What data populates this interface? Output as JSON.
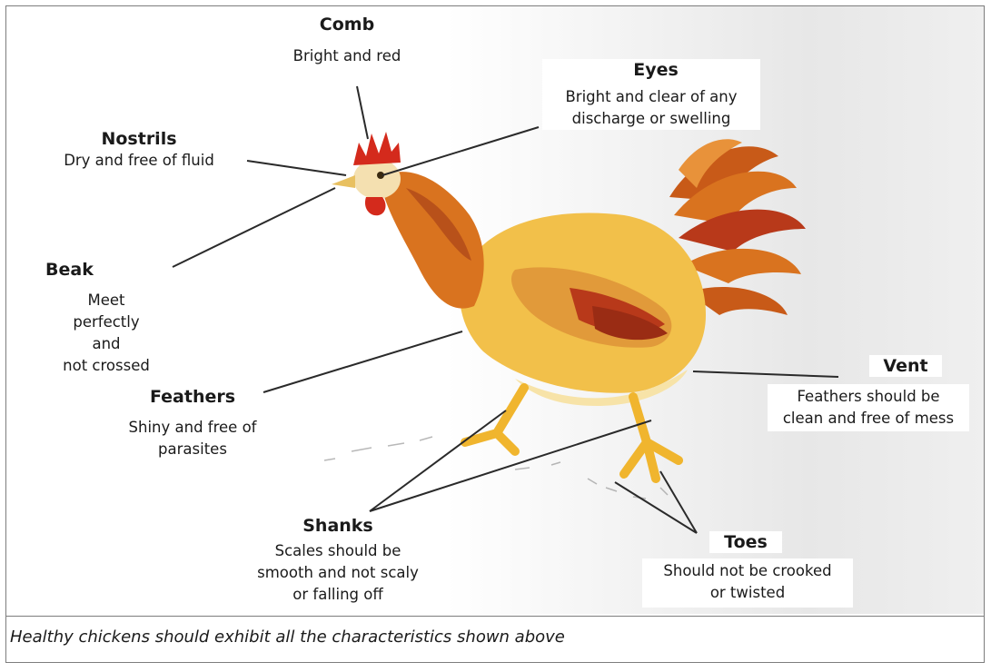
{
  "labels": {
    "comb": {
      "title": "Comb",
      "text": "Bright and red"
    },
    "eyes": {
      "title": "Eyes",
      "text_lines": [
        "Bright and clear of any",
        "discharge or swelling"
      ]
    },
    "nostrils": {
      "title": "Nostrils",
      "text": "Dry and free of fluid"
    },
    "beak": {
      "title": "Beak",
      "text_lines": [
        "Meet perfectly and",
        "not crossed"
      ]
    },
    "feathers": {
      "title": "Feathers",
      "text_lines": [
        "Shiny and free of",
        "parasites"
      ]
    },
    "vent": {
      "title": "Vent",
      "text_lines": [
        "Feathers should be",
        "clean and free of mess"
      ]
    },
    "shanks": {
      "title": "Shanks",
      "text_lines": [
        "Scales should be",
        "smooth and not scaly",
        "or falling off"
      ]
    },
    "toes": {
      "title": "Toes",
      "text_lines": [
        "Should not be crooked",
        "or twisted"
      ]
    }
  },
  "caption": "Healthy chickens should exhibit all the characteristics shown above",
  "colors": {
    "comb_red": "#d42a1c",
    "neck_orange": "#d9731f",
    "body_yellow": "#f2c04a",
    "wing_red": "#b8391a",
    "leg_yellow": "#f0b52e",
    "leader_line": "#2a2a2a",
    "frame_border": "#7d7d7d"
  }
}
